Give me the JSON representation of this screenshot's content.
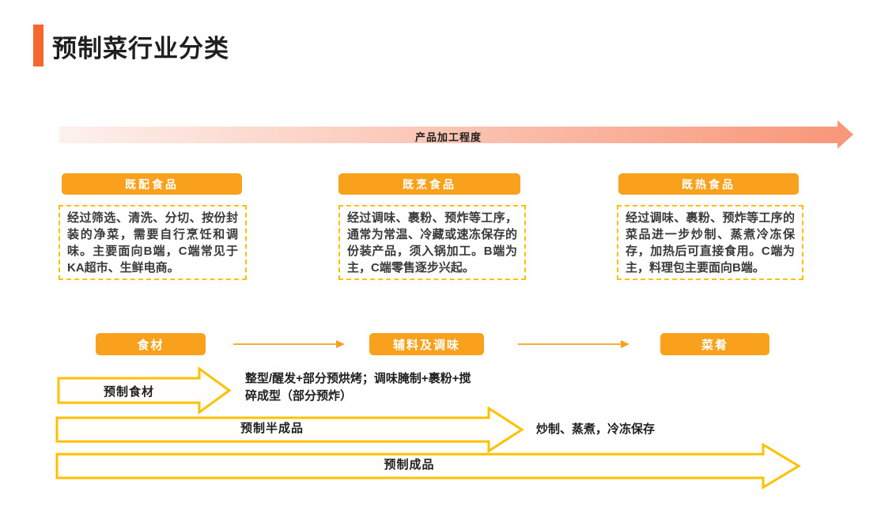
{
  "slide": {
    "title": "预制菜行业分类"
  },
  "axis": {
    "label": "产品加工程度"
  },
  "categories": [
    {
      "header": "既配食品",
      "body": "经过筛选、清洗、分切、按份封装的净菜，需要自行烹饪和调味。主要面向B端，C端常见于KA超市、生鲜电商。"
    },
    {
      "header": "既烹食品",
      "body": "经过调味、裹粉、预炸等工序，通常为常温、冷藏或速冻保存的份装产品，须入锅加工。B端为主，C端零售逐步兴起。"
    },
    {
      "header": "既热食品",
      "body": "经过调味、裹粉、预炸等工序的菜品进一步炒制、蒸煮冷冻保存，加热后可直接食用。C端为主，料理包主要面向B端。"
    }
  ],
  "flow": {
    "stages": [
      "食材",
      "辅料及调味",
      "菜肴"
    ]
  },
  "process_arrows": [
    {
      "label": "预制食材",
      "note": "整型/醒发+部分预烘烤；调味腌制+裹粉+搅碎成型（部分预炸）"
    },
    {
      "label": "预制半成品",
      "note": "炒制、蒸煮，冷冻保存"
    },
    {
      "label": "预制成品",
      "note": ""
    }
  ],
  "colors": {
    "accent": "#F4672E",
    "orange": "#F9A11C",
    "gold": "#FFC000",
    "gradient-start": "#FDF1ED",
    "gradient-end": "#F9977A"
  }
}
